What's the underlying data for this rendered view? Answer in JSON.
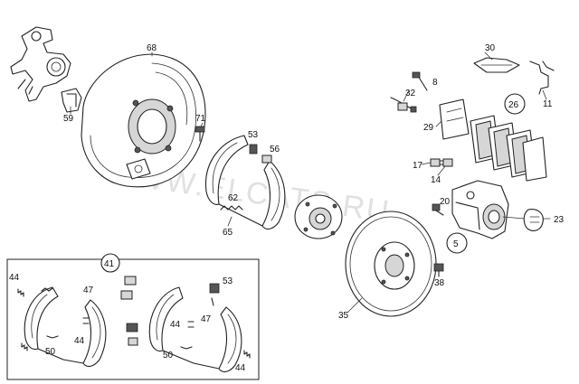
{
  "watermark": "WWW.ELCATS.RU",
  "parts": {
    "p68": "68",
    "p59": "59",
    "p71": "71",
    "p53": "53",
    "p56": "56",
    "p62": "62",
    "p65": "65",
    "p30": "30",
    "p8": "8",
    "p32": "32",
    "p11": "11",
    "p26": "26",
    "p29": "29",
    "p17": "17",
    "p14": "14",
    "p20": "20",
    "p23": "23",
    "p5": "5",
    "p38": "38",
    "p35": "35"
  },
  "kit": {
    "p41": "41",
    "p44a": "44",
    "p47a": "47",
    "p50a": "50",
    "p44b": "44",
    "p53": "53",
    "p44c": "44",
    "p47b": "47",
    "p50b": "50",
    "p44d": "44"
  }
}
